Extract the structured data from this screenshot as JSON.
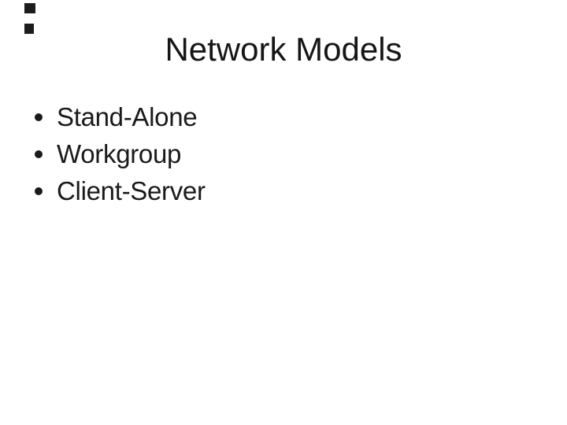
{
  "slide": {
    "title": "Network Models",
    "bullets": [
      "Stand-Alone",
      "Workgroup",
      "Client-Server"
    ],
    "colors": {
      "background": "#ffffff",
      "text": "#161616",
      "corner_marks": "#1c1c1c"
    }
  }
}
